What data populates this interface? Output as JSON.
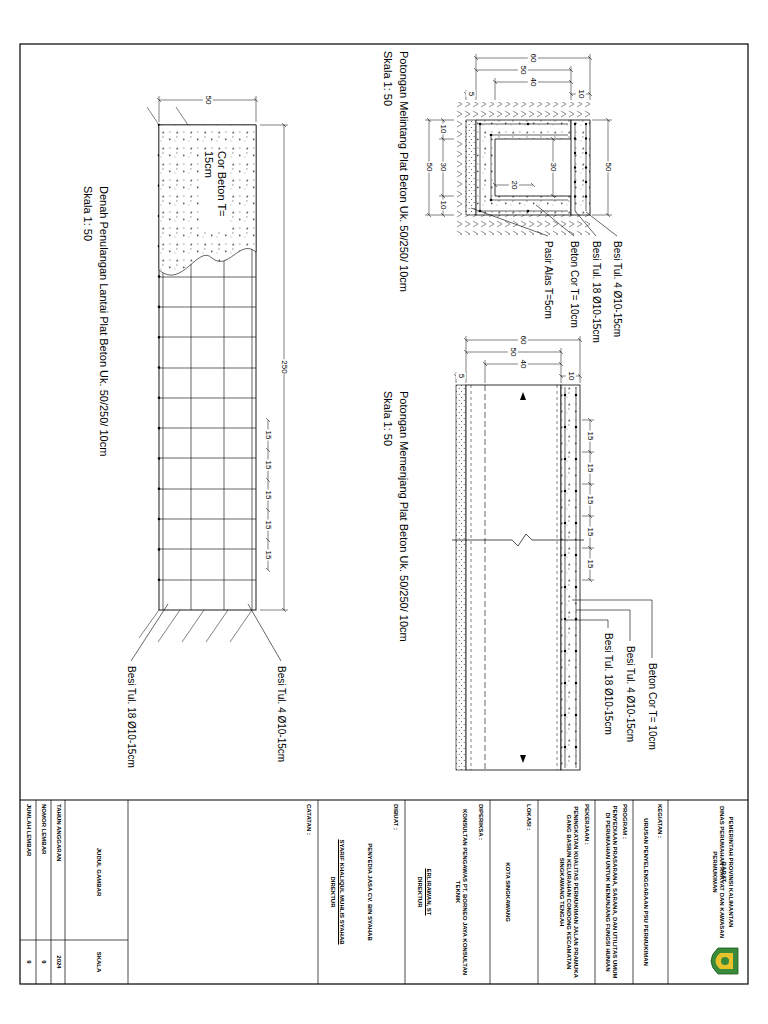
{
  "diagram": {
    "labels": [
      "60",
      "50",
      "40",
      "10",
      "5",
      "50",
      "30",
      "20",
      "10",
      "30",
      "10",
      "50",
      "Besi Tul. 4 Ø10-15cm",
      "Besi Tul. 18 Ø10-15cm",
      "Beton Cor T= 10cm",
      "Pasir Alas T=5cm",
      "Potongan Melintang Plat Beton Uk. 50/250/ 10cm",
      "Skala 1: 50",
      "60",
      "50",
      "40",
      "10",
      "5",
      "Beton Cor T= 10cm",
      "Besi Tul. 4 Ø10-15cm",
      "Besi Tul. 18 Ø10-15cm",
      "15",
      "15",
      "15",
      "15",
      "15",
      "Potongan Memenjang Plat Beton Uk. 50/250/ 10cm",
      "Skala 1: 50",
      "50",
      "250",
      "15",
      "15",
      "15",
      "15",
      "15",
      "Cor Beton T= 15cm",
      "Besi Tul. 4 Ø10-15cm",
      "Besi Tul. 18 Ø10-15cm",
      "Denah Penulangan Lantai Plat Beton Uk. 50/250/ 10cm",
      "Skala 1: 50",
      "PEMERINTAH PROVINSI KALIMANTAN BARAT",
      "DINAS PERUMAHAN RAKYAT DAN KAWASAN PERMUKIMAN",
      "KEGIATAN :",
      "URUSAN PENYELENGGARAAN PSU PERMUKIMAN",
      "PROGRAM :",
      "PENYEDIAAN PRASARANA, SARANA, DAN UTILITAS UMUM DI PERUMAHAN UNTUK MENUNJANG FUNGSI HUNIAN",
      "PEKERJAAN :",
      "PENINGKATAN KUALITAS PERMUKIMAN JALAN PRAMUKA GANG BASIUN KELURAHAN CONDONG KECAMATAN SINGKAWANG TENGAH",
      "LOKASI :",
      "KOTA SINGKAWANG",
      "DIPERIKSA :",
      "KONSULTAN PENGAWAS PT. BORNEO JAYA KONSULTAN TEKNIK",
      "ERLIRAWAN, ST",
      "DIREKTUR",
      "DIBUAT :",
      "PENYEDIA JASA CV. BIN SYAHAB",
      "SYARIF KHALIQUL MUHLIS SYAHAB",
      "DIREKTUR",
      "CATATAN :",
      "JUDUL GAMBAR",
      "SKALA",
      "TAHUN ANGGARAN",
      "2024",
      "NOMOR LEMBAR",
      "9",
      "JUMLAH LEMBAR",
      "9"
    ]
  }
}
